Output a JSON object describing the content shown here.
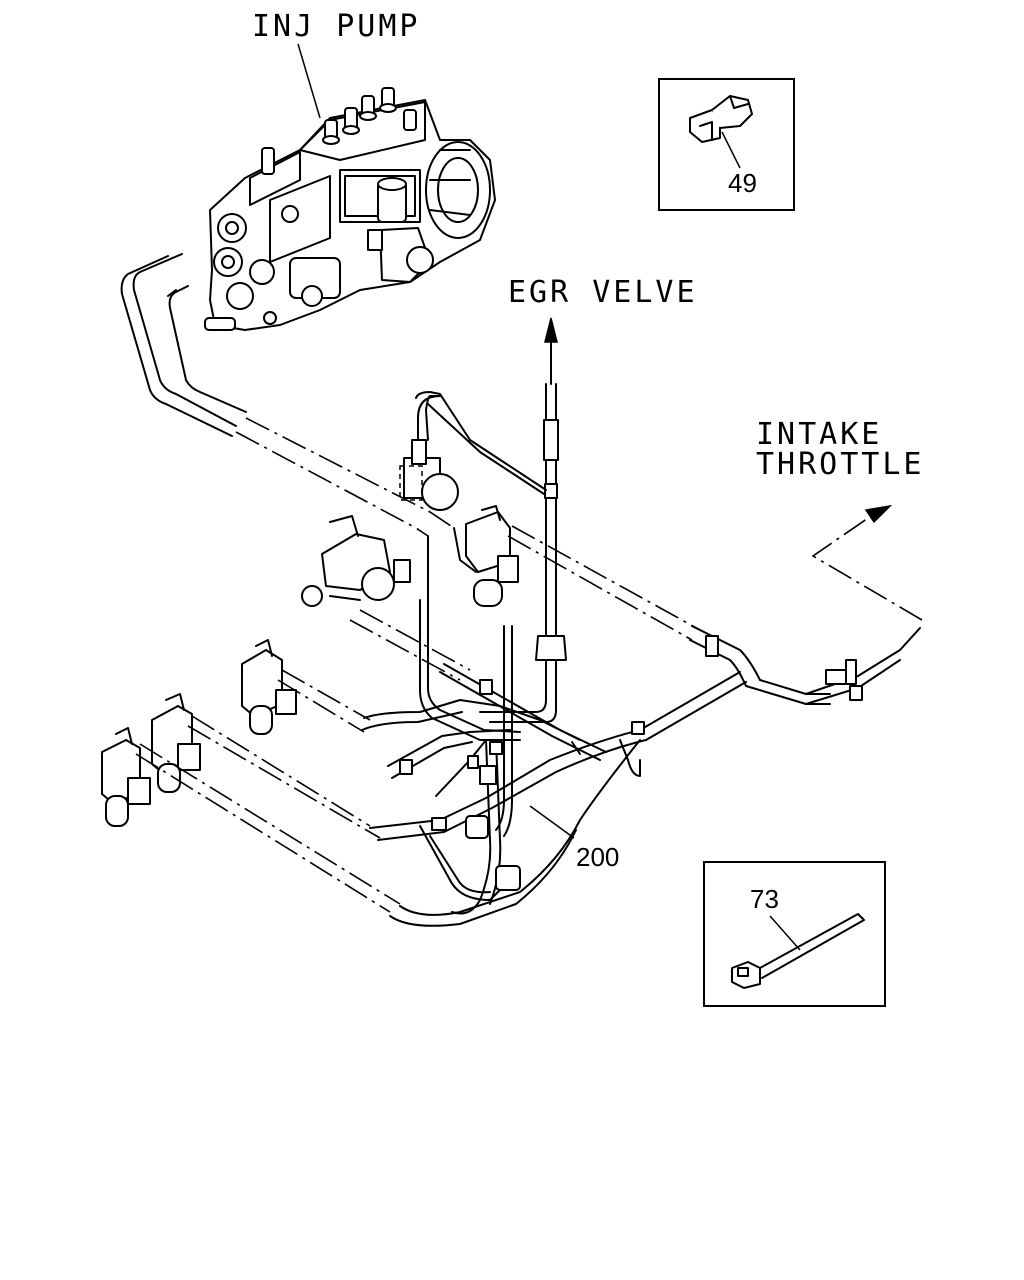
{
  "labels": {
    "inj_pump": "INJ PUMP",
    "egr_valve": "EGR VELVE",
    "intake_throttle_line1": "INTAKE",
    "intake_throttle_line2": "THROTTLE"
  },
  "callouts": {
    "clip": "49",
    "pipe_assembly": "200",
    "band": "73"
  }
}
